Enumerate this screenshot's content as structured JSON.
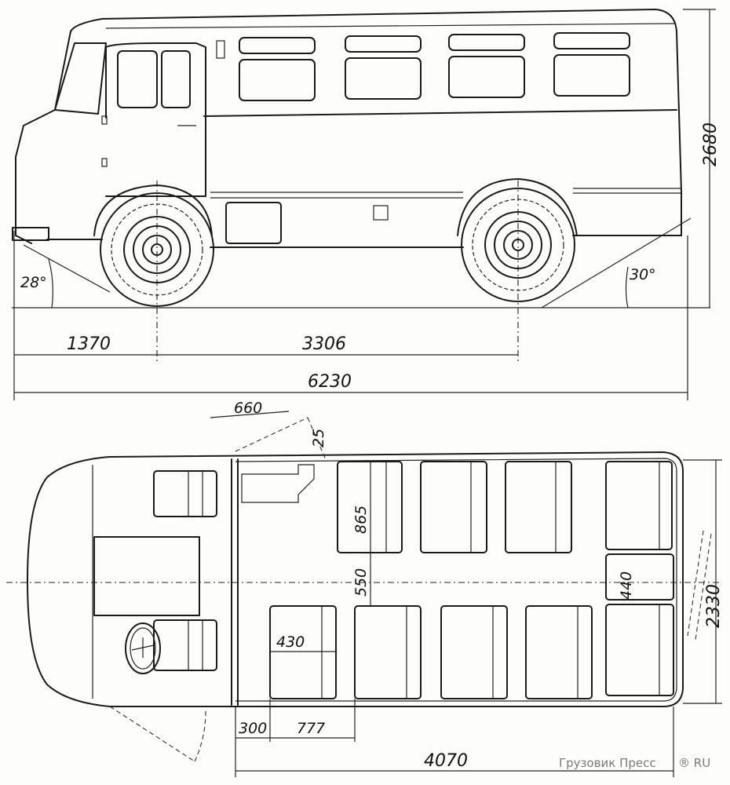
{
  "side_view": {
    "height_label": "2680",
    "front_overhang_label": "1370",
    "wheelbase_label": "3306",
    "overall_length_label": "6230",
    "approach_angle_label": "28°",
    "departure_angle_label": "30°"
  },
  "top_view": {
    "door_width_label": "660",
    "door_offset_label": "25",
    "seat_depth_label": "865",
    "aisle_width_label": "550",
    "seat_width_label": "430",
    "rear_seat_label": "440",
    "overall_width_label": "2330",
    "partition_offset_label": "300",
    "seat_pitch_label": "777",
    "cabin_length_label": "4070"
  },
  "watermark": "Грузовик Пресс",
  "watermark_suffix": "® RU"
}
